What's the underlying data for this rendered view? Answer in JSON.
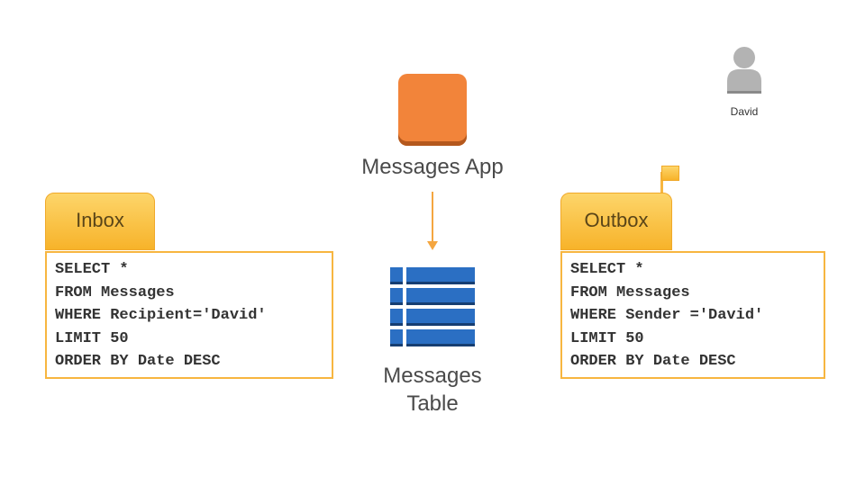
{
  "app": {
    "label": "Messages App",
    "icon": "app-icon",
    "color": "#f2843a"
  },
  "table": {
    "label_line1": "Messages",
    "label_line2": "Table",
    "icon": "table-icon",
    "color": "#2b6fc3"
  },
  "user": {
    "name": "David",
    "icon": "user-icon"
  },
  "inbox": {
    "label": "Inbox",
    "query": [
      "SELECT *",
      "FROM Messages",
      "WHERE Recipient='David'",
      "LIMIT 50",
      "ORDER BY Date DESC"
    ]
  },
  "outbox": {
    "label": "Outbox",
    "query": [
      "SELECT *",
      "FROM Messages",
      "WHERE Sender ='David'",
      "LIMIT 50",
      "ORDER BY Date DESC"
    ]
  },
  "colors": {
    "accent": "#f7b640",
    "arrow": "#f4a640"
  }
}
